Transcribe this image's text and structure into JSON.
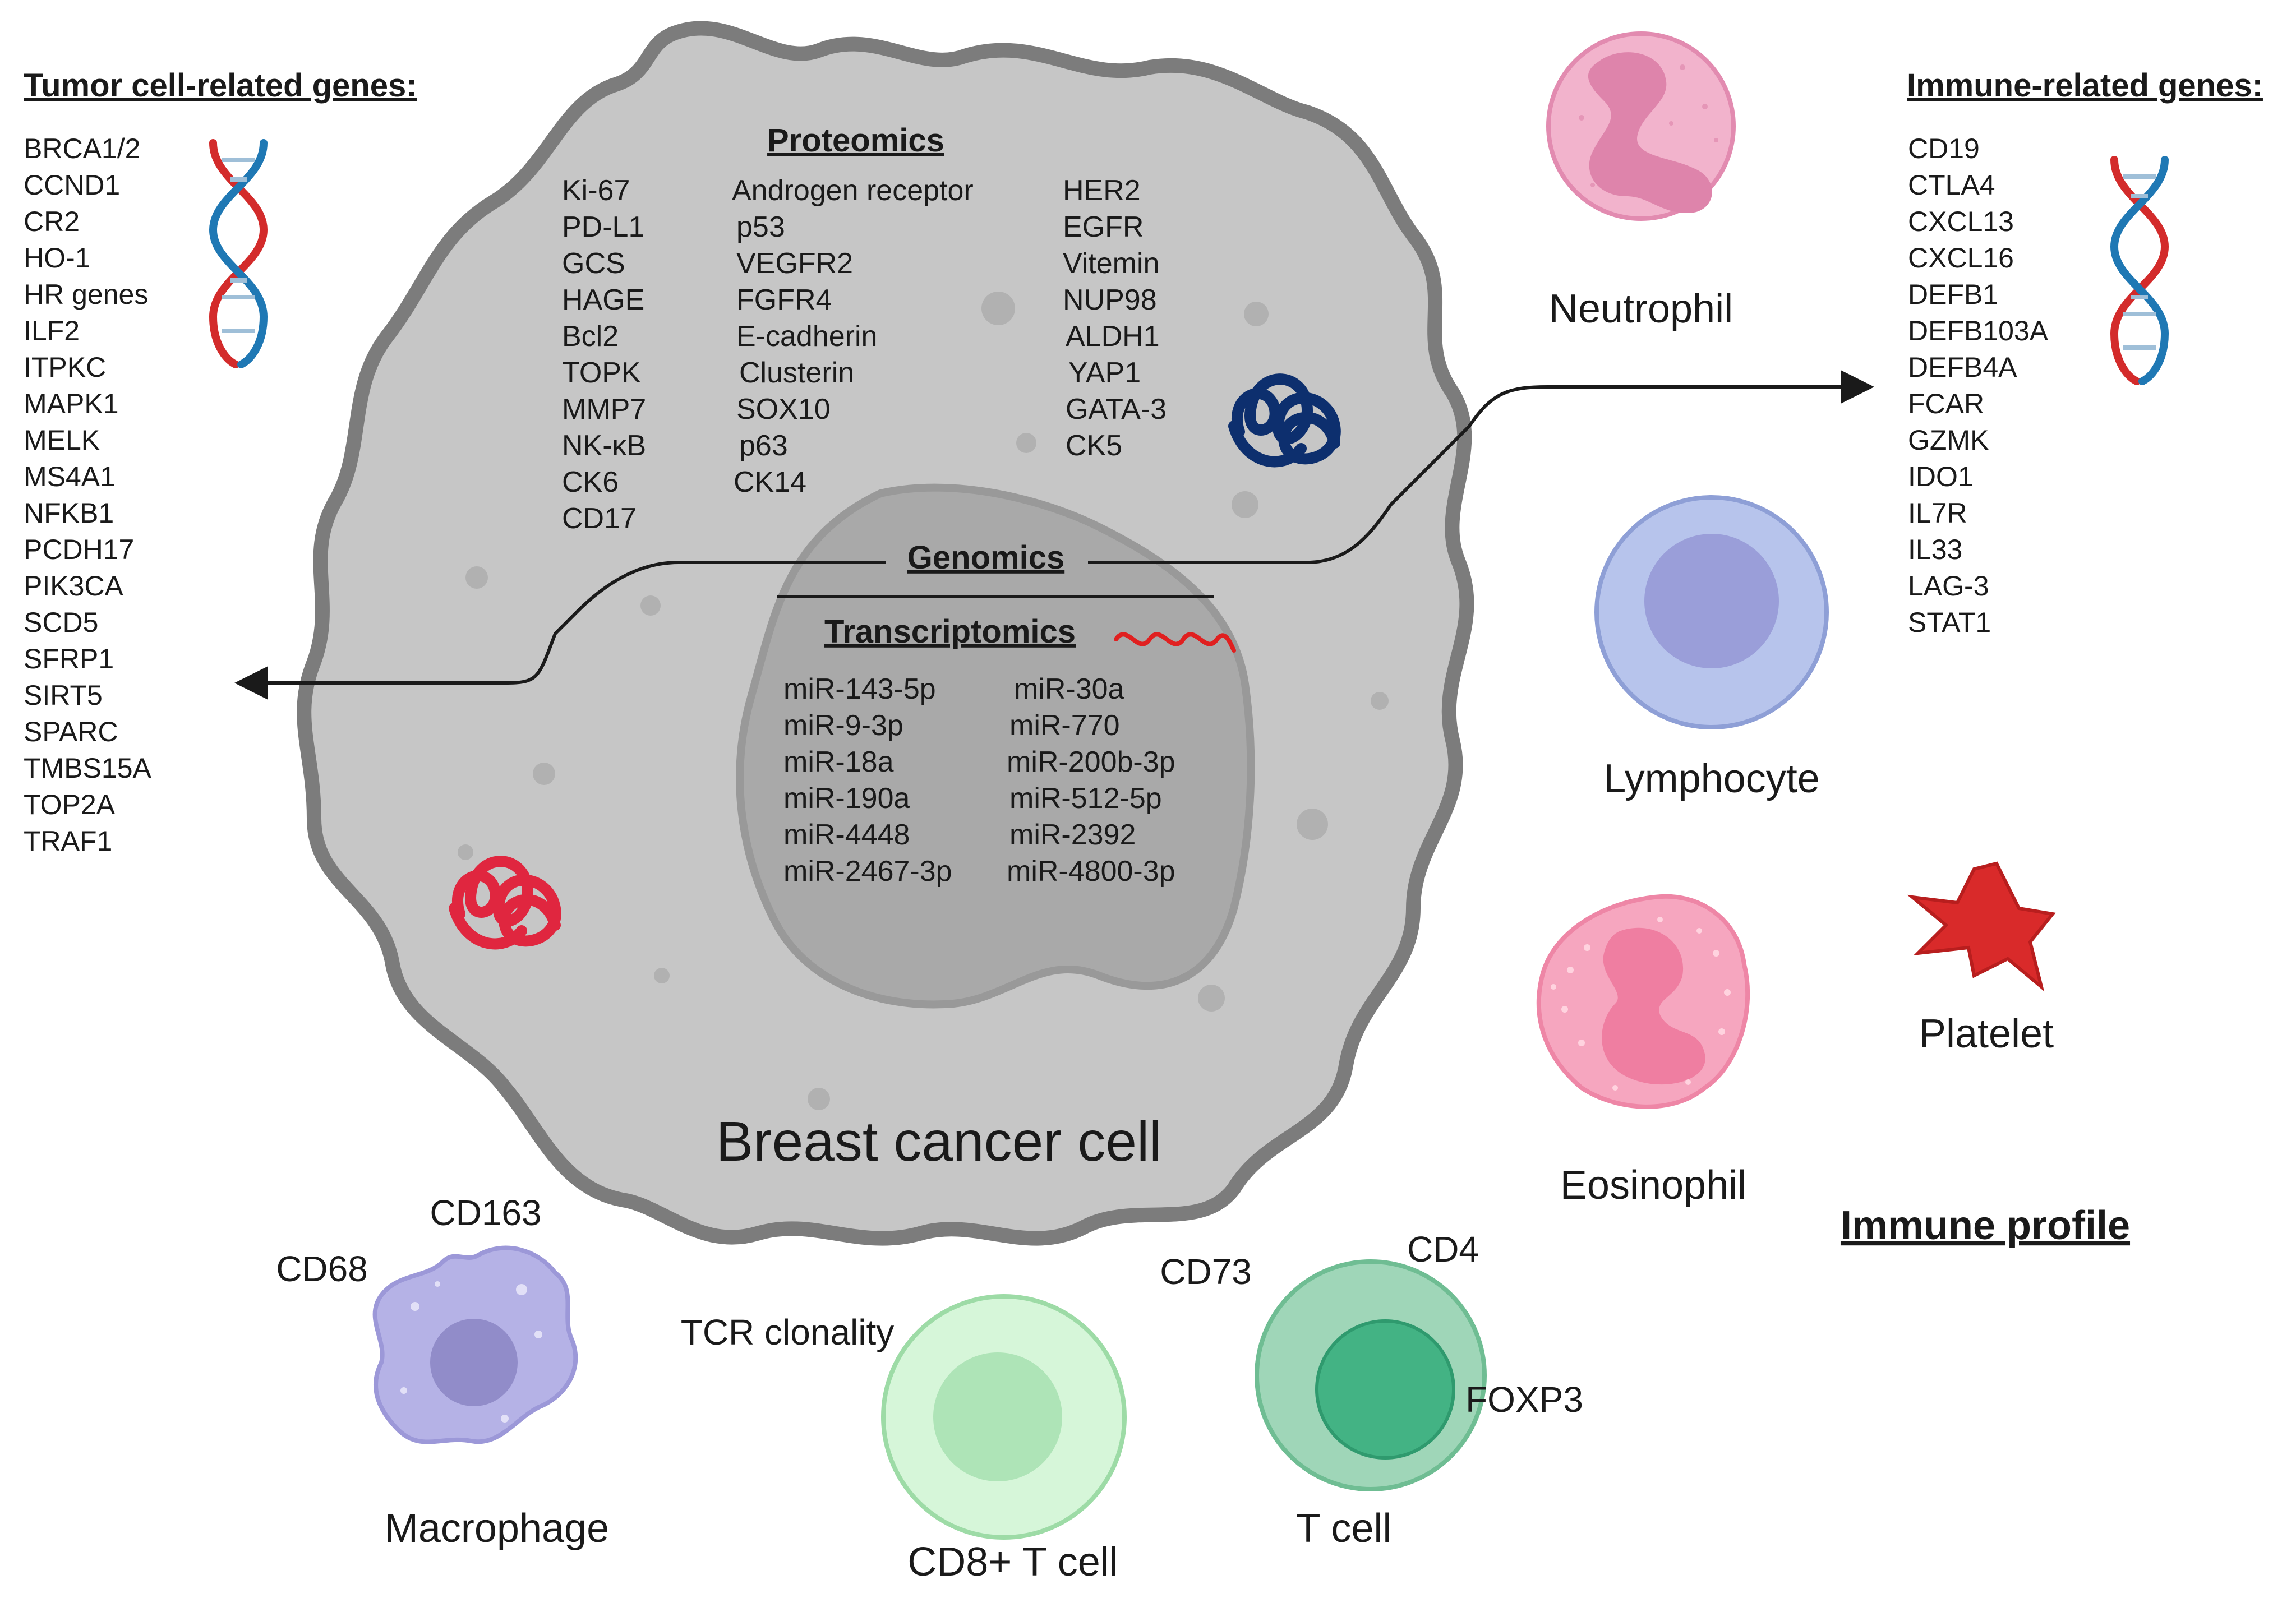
{
  "tumor_genes": {
    "title": "Tumor cell-related genes:",
    "items": [
      "BRCA1/2",
      "CCND1",
      "CR2",
      "HO-1",
      "HR genes",
      "ILF2",
      "ITPKC",
      "MAPK1",
      "MELK",
      "MS4A1",
      "NFKB1",
      "PCDH17",
      "PIK3CA",
      "SCD5",
      "SFRP1",
      "SIRT5",
      "SPARC",
      "TMBS15A",
      "TOP2A",
      "TRAF1"
    ]
  },
  "immune_genes": {
    "title": "Immune-related genes:",
    "items": [
      "CD19",
      "CTLA4",
      "CXCL13",
      "CXCL16",
      "DEFB1",
      "DEFB103A",
      "DEFB4A",
      "FCAR",
      "GZMK",
      "IDO1",
      "IL7R",
      "IL33",
      "LAG-3",
      "STAT1"
    ]
  },
  "proteomics": {
    "title": "Proteomics",
    "col1": [
      "Ki-67",
      "PD-L1",
      "GCS",
      "HAGE",
      "Bcl2",
      "TOPK",
      "MMP7",
      "NK-κB",
      "CK6",
      "CD17"
    ],
    "col2": [
      "Androgen receptor",
      "p53",
      "VEGFR2",
      "FGFR4",
      "E-cadherin",
      "Clusterin",
      "SOX10",
      "p63",
      "CK14"
    ],
    "col3": [
      "HER2",
      "EGFR",
      "Vitemin",
      "NUP98",
      "ALDH1",
      "YAP1",
      "GATA-3",
      "CK5"
    ]
  },
  "genomics": {
    "title": "Genomics"
  },
  "transcriptomics": {
    "title": "Transcriptomics",
    "col1": [
      "miR-143-5p",
      "miR-9-3p",
      "miR-18a",
      "miR-190a",
      "miR-4448",
      "miR-2467-3p"
    ],
    "col2": [
      "miR-30a",
      "miR-770",
      "miR-200b-3p",
      "miR-512-5p",
      "miR-2392",
      "miR-4800-3p"
    ]
  },
  "tumor_cell": {
    "label": "Breast cancer cell"
  },
  "immune_cells": {
    "neutrophil": "Neutrophil",
    "lymphocyte": "Lymphocyte",
    "eosinophil": "Eosinophil",
    "platelet": "Platelet",
    "macrophage": "Macrophage",
    "cd8": "CD8+ T cell",
    "tcell": "T cell"
  },
  "markers": {
    "cd163": "CD163",
    "cd68": "CD68",
    "tcr": "TCR clonality",
    "cd73": "CD73",
    "cd4": "CD4",
    "foxp3": "FOXP3"
  },
  "immune_profile": "Immune profile",
  "colors": {
    "cell_fill": "#c6c6c6",
    "cell_stroke": "#7c7c7c",
    "nucleus_fill": "#a9a9a9",
    "neutrophil": "#f2b3cc",
    "lymphocyte": "#b7c4ec",
    "eosinophil": "#f6a6bf",
    "platelet": "#d92a2a",
    "macrophage": "#b5b2e6",
    "cd8": "#bfeec5",
    "tcell": "#7cc8a1"
  }
}
